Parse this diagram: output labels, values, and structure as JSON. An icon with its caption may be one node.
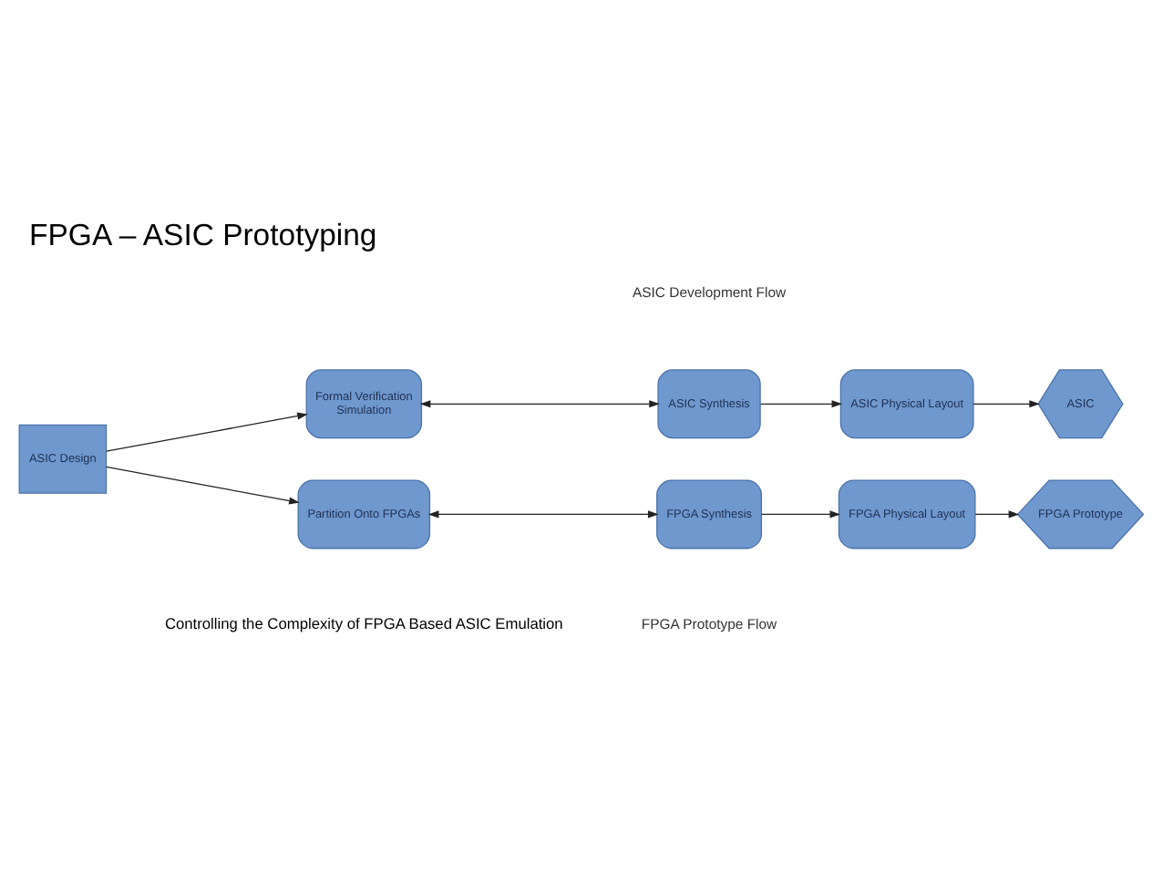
{
  "diagram": {
    "title": "FPGA – ASIC Prototyping",
    "caption": "Controlling the Complexity of FPGA Based ASIC Emulation",
    "nodes": [
      {
        "text": [
          "ASIC Design"
        ]
      },
      {
        "text": [
          "Formal Verification",
          "Simulation"
        ]
      },
      {
        "text": [
          "ASIC Synthesis"
        ]
      },
      {
        "text": [
          "ASIC Physical Layout"
        ]
      },
      {
        "text": [
          "ASIC"
        ]
      },
      {
        "text": [
          "Partition Onto FPGAs"
        ]
      },
      {
        "text": [
          "FPGA Synthesis"
        ]
      },
      {
        "text": [
          "FPGA Physical Layout"
        ]
      },
      {
        "text": [
          "FPGA Prototype"
        ]
      }
    ],
    "edges": [
      {
        "from": 0,
        "to": 1,
        "arrow": "to"
      },
      {
        "from": 0,
        "to": 5,
        "arrow": "to"
      },
      {
        "from": 1,
        "to": 2,
        "arrow": "both"
      },
      {
        "from": 2,
        "to": 3,
        "arrow": "to"
      },
      {
        "from": 3,
        "to": 4,
        "arrow": "to"
      },
      {
        "from": 5,
        "to": 6,
        "arrow": "both"
      },
      {
        "from": 6,
        "to": 7,
        "arrow": "to"
      },
      {
        "from": 7,
        "to": 8,
        "arrow": "to"
      }
    ],
    "labels": [
      "ASIC Development Flow",
      "FPGA Prototype Flow"
    ]
  }
}
